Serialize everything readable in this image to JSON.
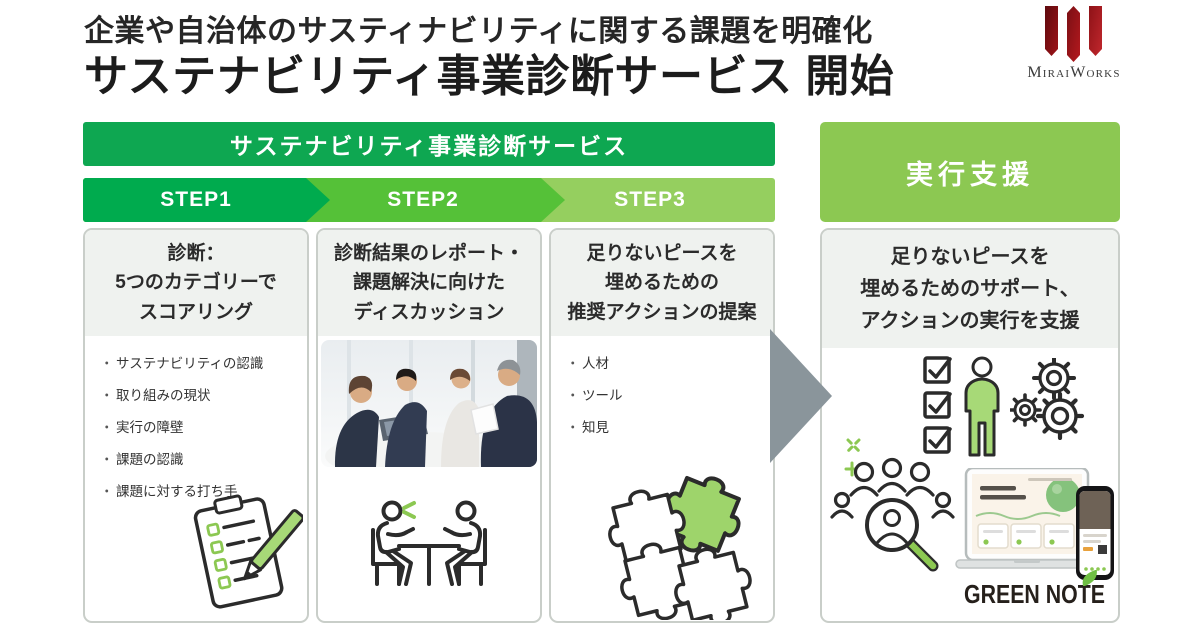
{
  "bullet_char": "・",
  "header": {
    "tagline": "企業や自治体のサスティナビリティに関する課題を明確化",
    "title": "サステナビリティ事業診断サービス 開始"
  },
  "logo": {
    "brand": "MiraiWorks"
  },
  "service_flow": {
    "banner": "サステナビリティ事業診断サービス",
    "steps": [
      "STEP1",
      "STEP2",
      "STEP3"
    ]
  },
  "execution_support": {
    "banner": "実行支援",
    "description_lines": [
      "足りないピースを",
      "埋めるためのサポート、",
      "アクションの実行を支援"
    ],
    "product_logo": "GREEN NOTE"
  },
  "step_cards": {
    "step1": {
      "title_lines": [
        "診断：",
        "5つのカテゴリーで",
        "スコアリング"
      ],
      "bullets": [
        "サステナビリティの認識",
        "取り組みの現状",
        "実行の障壁",
        "課題の認識",
        "課題に対する打ち手"
      ]
    },
    "step2": {
      "title_lines": [
        "診断結果のレポート・",
        "課題解決に向けた",
        "ディスカッション"
      ]
    },
    "step3": {
      "title_lines": [
        "足りないピースを",
        "埋めるための",
        "推奨アクションの提案"
      ],
      "bullets": [
        "人材",
        "ツール",
        "知見"
      ]
    }
  },
  "colors": {
    "banner_green": "#0EA751",
    "step1_green": "#00AB4E",
    "step2_green": "#55C138",
    "step3_green": "#95CF5F",
    "execution_green": "#8CC852",
    "arrow_gray": "#8A959B",
    "logo_red": "#A3131B"
  }
}
